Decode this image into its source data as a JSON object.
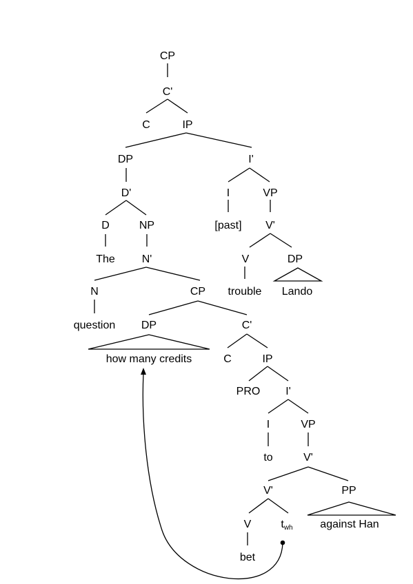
{
  "diagram": {
    "nodes": {
      "cp_root": "CP",
      "cbar_root": "C'",
      "c_root": "C",
      "ip_root": "IP",
      "dp_subject": "DP",
      "ibar_root": "I'",
      "dbar": "D'",
      "i_root": "I",
      "vp_root": "VP",
      "d": "D",
      "np": "NP",
      "past": "[past]",
      "vbar_root": "V'",
      "the": "The",
      "nbar": "N'",
      "v_root": "V",
      "dp_object": "DP",
      "n": "N",
      "cp_embedded": "CP",
      "trouble": "trouble",
      "lando": "Lando",
      "question": "question",
      "dp_wh": "DP",
      "cbar_embedded": "C'",
      "how_many_credits": "how many credits",
      "c_embedded": "C",
      "ip_embedded": "IP",
      "pro": "PRO",
      "ibar_embedded": "I'",
      "i_embedded": "I",
      "vp_embedded": "VP",
      "to": "to",
      "vbar_embedded": "V'",
      "vbar_lower": "V'",
      "pp": "PP",
      "v_embedded": "V",
      "trace": "t",
      "trace_sub": "wh",
      "against_han": "against Han",
      "bet": "bet"
    }
  }
}
